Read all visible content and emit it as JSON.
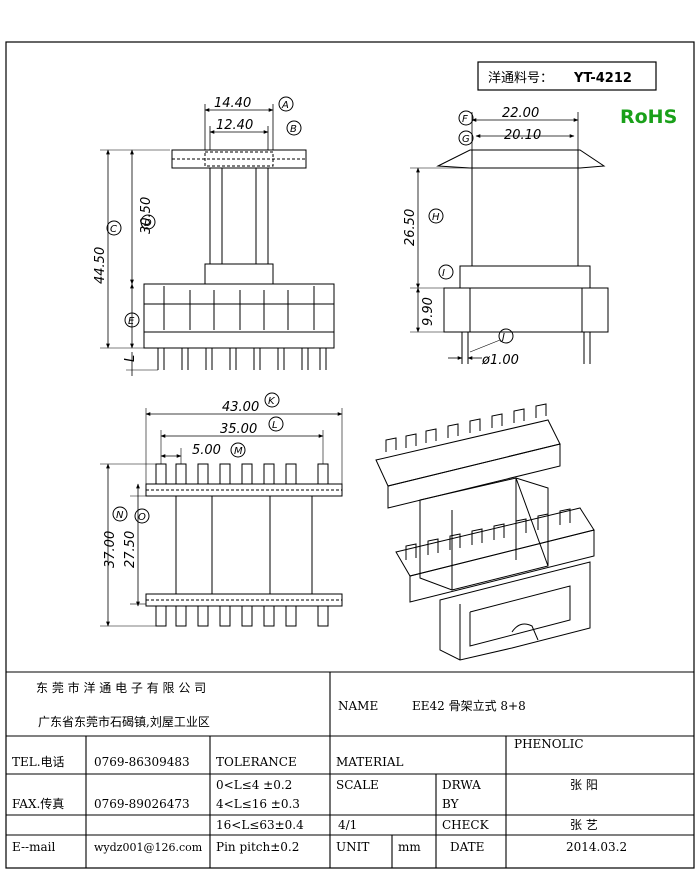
{
  "part_label": "洋通料号：",
  "part_number": "YT-4212",
  "rohs": "RoHS",
  "dims": {
    "d14": "14.40",
    "d12": "12.40",
    "d30": "30.50",
    "d44": "44.50",
    "dL": "L",
    "d22": "22.00",
    "d20": "20.10",
    "d26": "26.50",
    "d9": "9.90",
    "d1": "ø1.00",
    "d43": "43.00",
    "d35": "35.00",
    "d5": "5.00",
    "d37": "37.00",
    "d27": "27.50"
  },
  "tags": {
    "A": "A",
    "B": "B",
    "C": "C",
    "D": "D",
    "E": "E",
    "F": "F",
    "G": "G",
    "H": "H",
    "I": "I",
    "J": "J",
    "K": "K",
    "L": "L",
    "M": "M",
    "N": "N",
    "O": "O"
  },
  "title_block": {
    "company": "东 莞 市 洋 通 电 子 有 限 公 司",
    "address": "广东省东莞市石碣镇,刘屋工业区",
    "name_label": "NAME",
    "name_value": "EE42 骨架立式 8+8",
    "tel_label": "TEL.电话",
    "tel_value": "0769-86309483",
    "fax_label": "FAX.传真",
    "fax_value": "0769-89026473",
    "email_label": "E--mail",
    "email_value": "wydz001@126.com",
    "tolerance_label": "TOLERANCE",
    "tol1": "0<L≤4   ±0.2",
    "tol2": "4<L≤16  ±0.3",
    "tol3": "16<L≤63±0.4",
    "tol4": "Pin pitch±0.2",
    "material_label": "MATERIAL",
    "material_value": "PHENOLIC",
    "scale_label": "SCALE",
    "scale_value": "4/1",
    "drwa_label1": "DRWA",
    "drwa_label2": "BY",
    "drwa_value": "张 阳",
    "check_label": "CHECK",
    "check_value": "张 艺",
    "unit_label": "UNIT",
    "unit_value": "mm",
    "date_label": "DATE",
    "date_value": "2014.03.2"
  }
}
